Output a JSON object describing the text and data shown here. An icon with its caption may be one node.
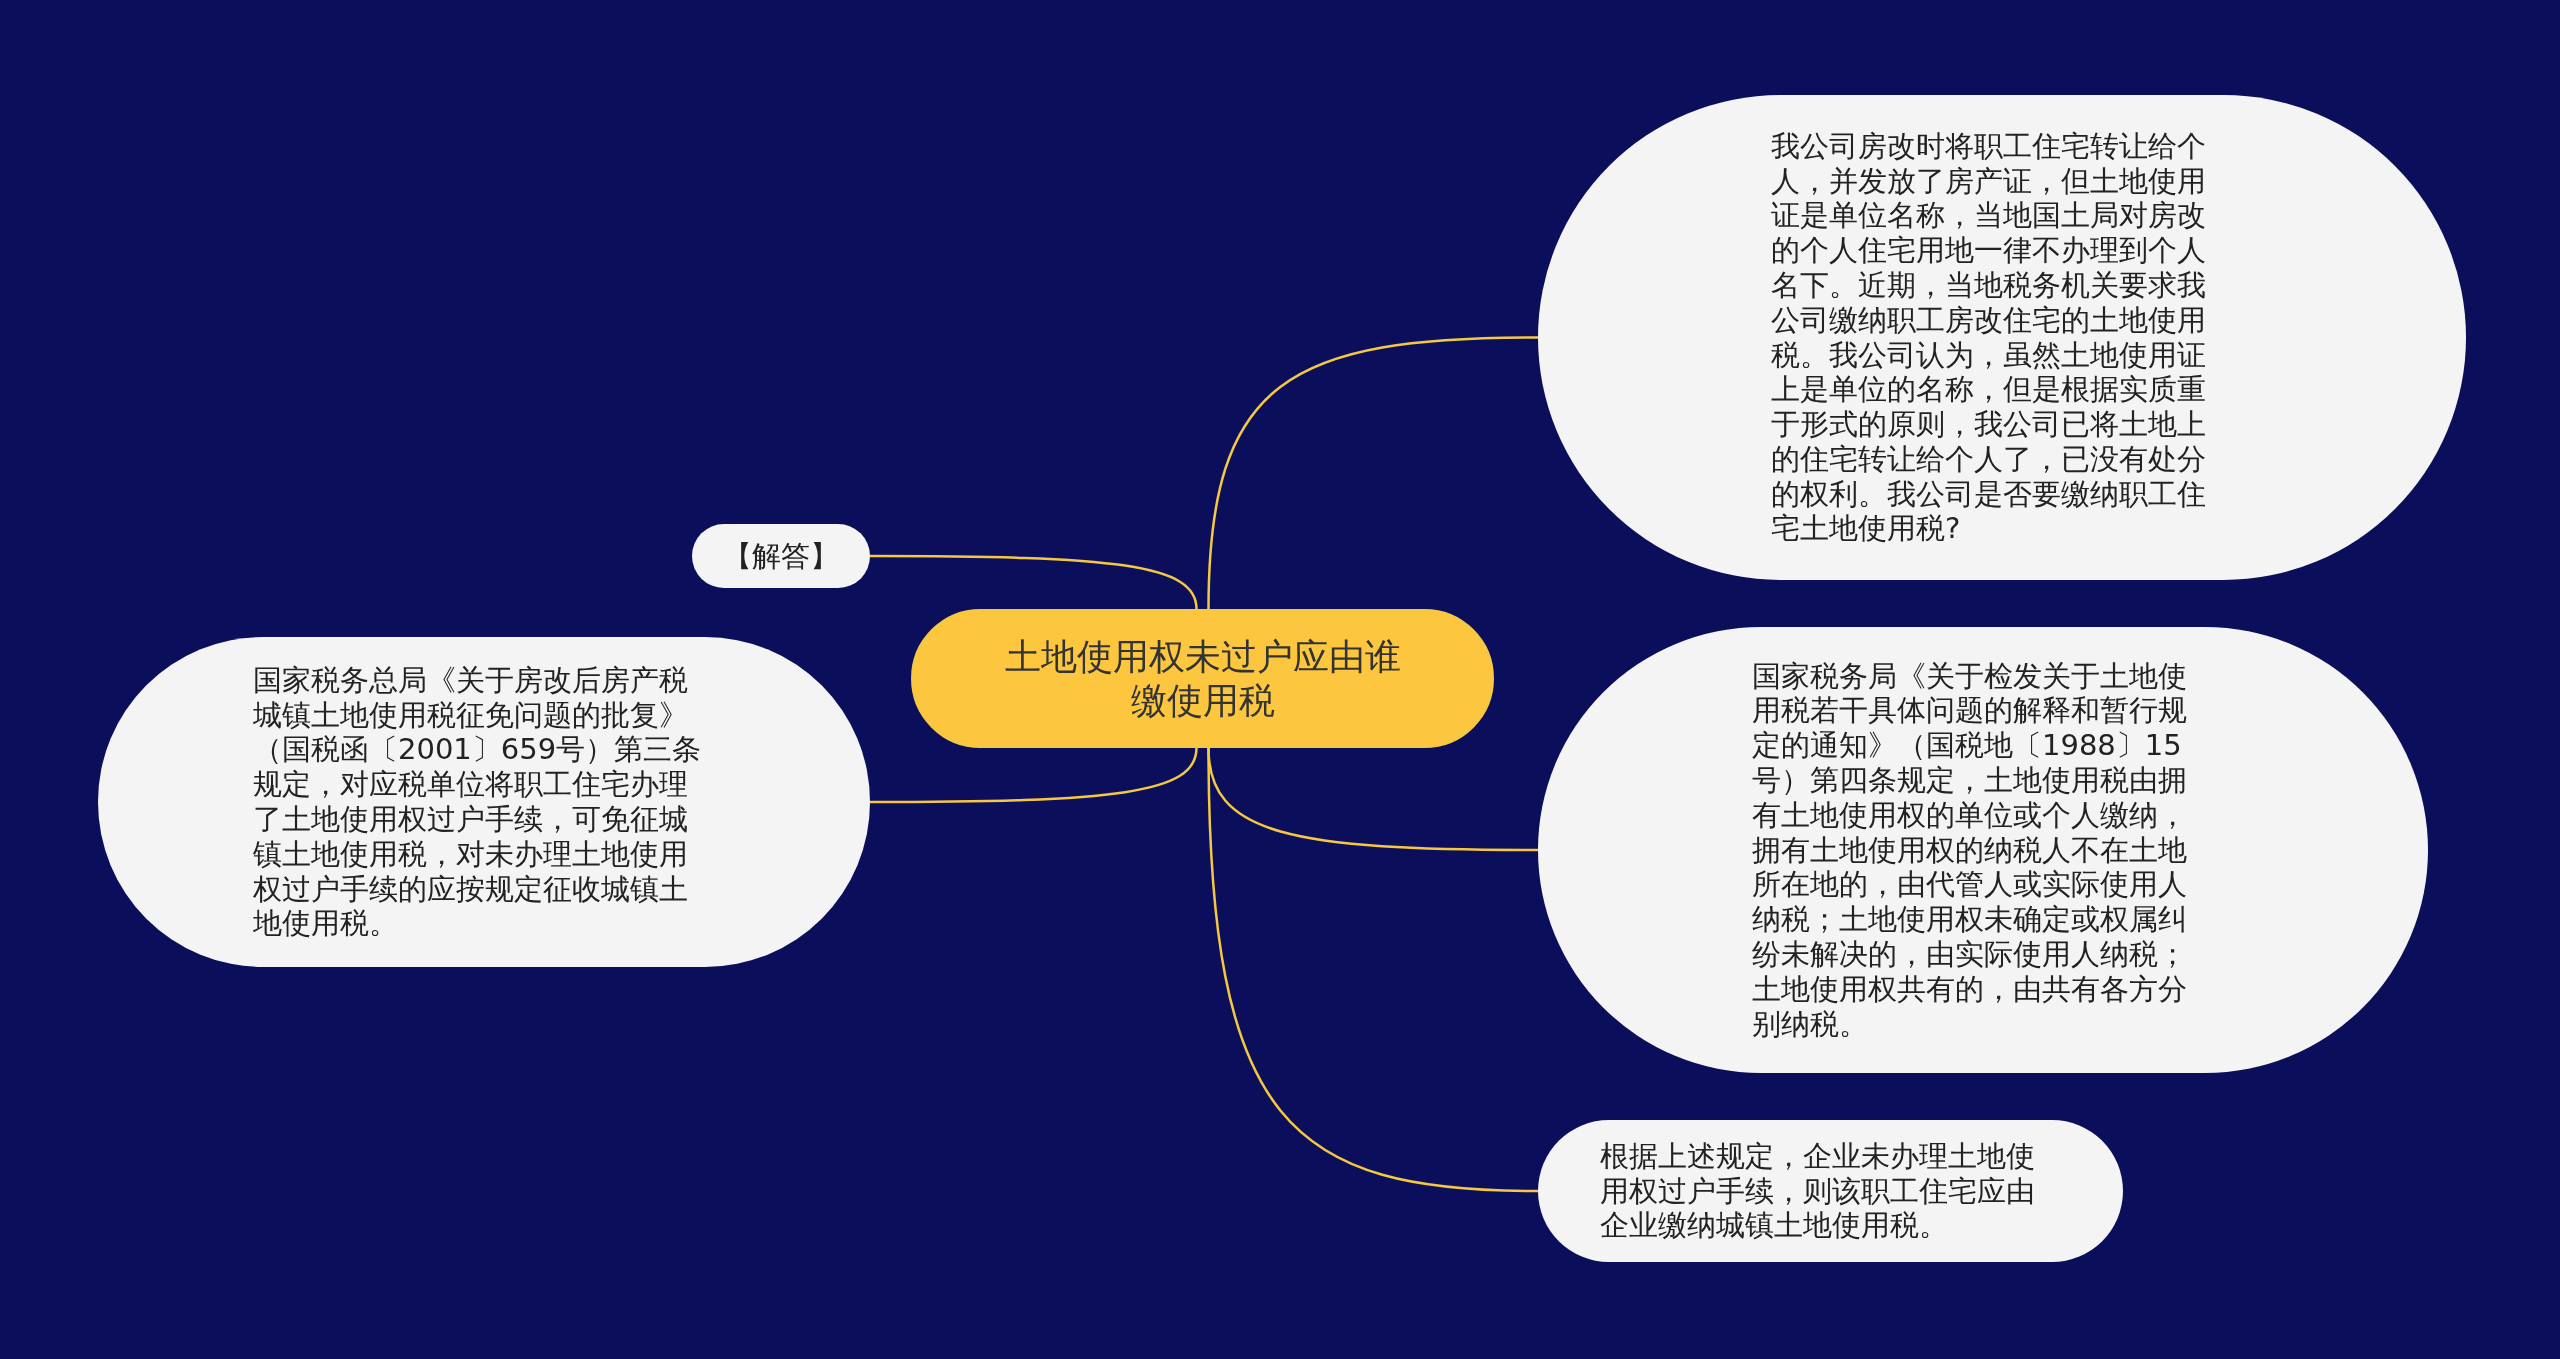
{
  "diagram": {
    "nodes": [
      {
        "text": [
          "土地使用权未过户应由谁缴使用税"
        ]
      },
      {
        "text": [
          "我公司房改时将职工住宅转让给个人，并发放了房产证，但土地使用证是单位名称，当地国土局对房改的个人住宅用地一律不办理到个人名下。近期，当地税务机关要求我公司缴纳职工房改住宅的土地使用税。我公司认为，虽然土地使用证上是单位的名称，但是根据实质重于形式的原则，我公司已将土地上的住宅转让给个人了，已没有处分的权利。我公司是否要缴纳职工住宅土地使用税?"
        ]
      },
      {
        "text": [
          "【解答】"
        ]
      },
      {
        "text": [
          "国家税务总局《关于房改后房产税城镇土地使用税征免问题的批复》（国税函〔2001〕659号）第三条规定，对应税单位将职工住宅办理了土地使用权过户手续，可免征城镇土地使用税，对未办理土地使用权过户手续的应按规定征收城镇土地使用税。"
        ]
      },
      {
        "text": [
          "国家税务局《关于检发关于土地使用税若干具体问题的解释和暂行规定的通知》（国税地〔1988〕15号）第四条规定，土地使用税由拥有土地使用权的单位或个人缴纳，拥有土地使用权的纳税人不在土地所在地的，由代管人或实际使用人纳税；土地使用权未确定或权属纠纷未解决的，由实际使用人纳税；土地使用权共有的，由共有各方分别纳税。"
        ]
      },
      {
        "text": [
          "根据上述规定，企业未办理土地使用权过户手续，则该职工住宅应由企业缴纳城镇土地使用税。"
        ]
      }
    ],
    "edges": [
      {
        "from": 0,
        "to": 1,
        "arrow": "none"
      },
      {
        "from": 0,
        "to": 2,
        "arrow": "none"
      },
      {
        "from": 0,
        "to": 3,
        "arrow": "none"
      },
      {
        "from": 0,
        "to": 4,
        "arrow": "none"
      },
      {
        "from": 0,
        "to": 5,
        "arrow": "none"
      }
    ]
  }
}
